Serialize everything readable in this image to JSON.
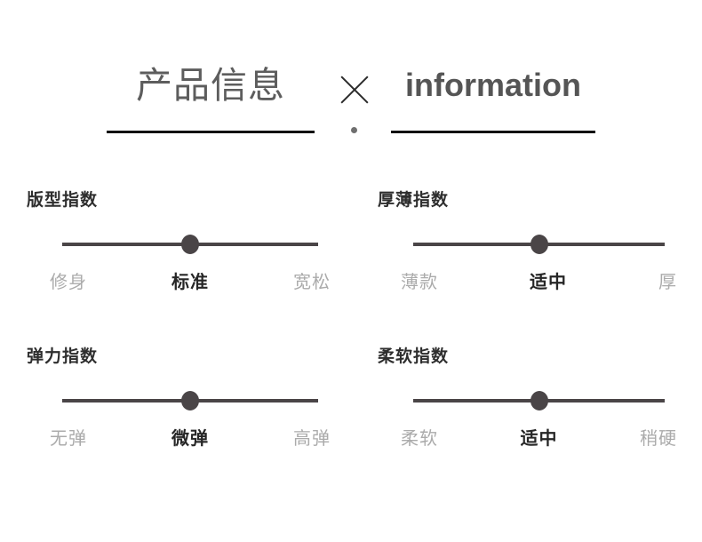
{
  "header": {
    "title_cn": "产品信息",
    "separator_icon": "x-cross-icon",
    "dot_icon": "dot-icon",
    "title_en": "information"
  },
  "colors": {
    "background": "#ffffff",
    "title_cn": "#5d5d5d",
    "title_en": "#555555",
    "rule": "#111111",
    "section_title": "#2e2e2e",
    "track": "#4a4547",
    "knob": "#4a4547",
    "label_inactive": "#ababab",
    "label_active": "#262626"
  },
  "sliders": [
    {
      "id": "fit-index",
      "title": "版型指数",
      "labels": [
        "修身",
        "标准",
        "宽松"
      ],
      "selected_index": 1,
      "selected_label": "标准",
      "position_percent": 50
    },
    {
      "id": "thickness-index",
      "title": "厚薄指数",
      "labels": [
        "薄款",
        "适中",
        "厚"
      ],
      "selected_index": 1,
      "selected_label": "适中",
      "position_percent": 50
    },
    {
      "id": "elasticity-index",
      "title": "弹力指数",
      "labels": [
        "无弹",
        "微弹",
        "高弹"
      ],
      "selected_index": 1,
      "selected_label": "微弹",
      "position_percent": 50
    },
    {
      "id": "softness-index",
      "title": "柔软指数",
      "labels": [
        "柔软",
        "适中",
        "稍硬"
      ],
      "selected_index": 1,
      "selected_label": "适中",
      "position_percent": 50
    }
  ]
}
